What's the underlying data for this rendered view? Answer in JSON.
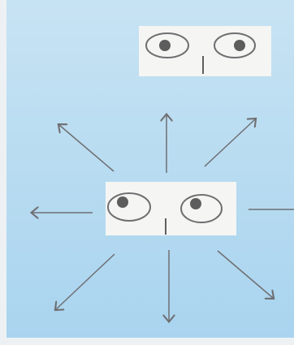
{
  "illustration": {
    "top_card": {
      "left_eye": "eye-icon",
      "right_eye": "eye-icon",
      "nose": "nose-line",
      "gaze": "looking-left-and-right"
    },
    "center_card": {
      "left_eye": "eye-icon",
      "right_eye": "eye-icon",
      "nose": "nose-line",
      "gaze": "looking-up-left"
    },
    "arrows": [
      {
        "name": "arrow-up-icon"
      },
      {
        "name": "arrow-up-right-icon"
      },
      {
        "name": "arrow-right-icon"
      },
      {
        "name": "arrow-down-right-icon"
      },
      {
        "name": "arrow-down-icon"
      },
      {
        "name": "arrow-down-left-icon"
      },
      {
        "name": "arrow-left-icon"
      },
      {
        "name": "arrow-up-left-icon"
      }
    ],
    "colors": {
      "background_top": "#c7e3f3",
      "background_bottom": "#a9d4ef",
      "card": "#f5f5f3",
      "line": "#6f6f72",
      "pupil": "#5d5d5d",
      "frame": "#eef1f4"
    }
  }
}
